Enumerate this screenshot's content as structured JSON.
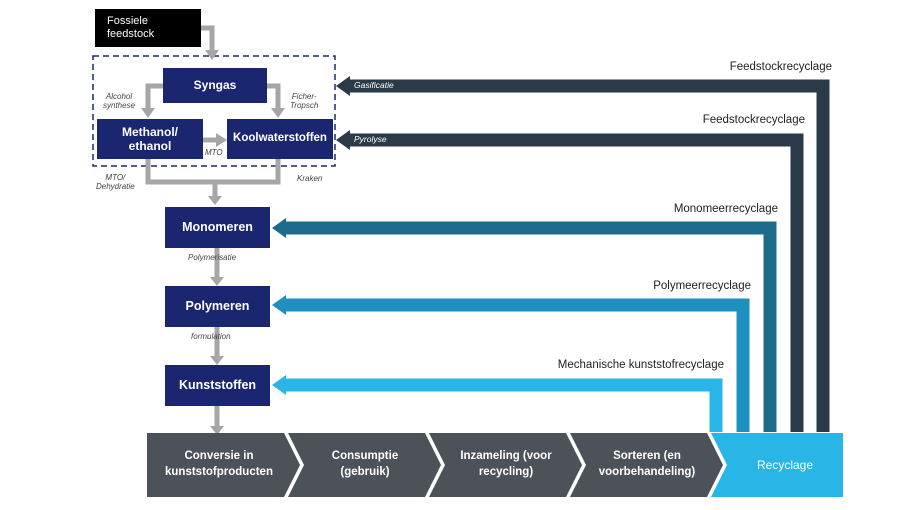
{
  "sources": {
    "fossil_feedstock": "Fossiele\nfeedstock"
  },
  "nodes": {
    "syngas": "Syngas",
    "methanol": "Methanol/\nethanol",
    "hydrocarbons": "Koolwaterstoffen",
    "monomers": "Monomeren",
    "polymers": "Polymeren",
    "plastics": "Kunststoffen"
  },
  "process_labels": {
    "alcohol_synthesis": "Alcohol\nsynthese",
    "fischer_tropsch": "Ficher-\nTropsch",
    "mto": "MTO",
    "mto_dehydration": "MTO/\nDehydratie",
    "cracking": "Kraken",
    "polymerisation": "Polymerisatie",
    "formulation": "formulation",
    "gasification": "Gasificatie",
    "pyrolysis": "Pyrolyse"
  },
  "recycle_routes": [
    {
      "label": "Feedstockrecyclage",
      "color": "#2b3a48"
    },
    {
      "label": "Feedstockrecyclage",
      "color": "#2b3a48"
    },
    {
      "label": "Monomeerrecyclage",
      "color": "#1d6b8c"
    },
    {
      "label": "Polymeerrecyclage",
      "color": "#1e90c0"
    },
    {
      "label": "Mechanische kunststofrecyclage",
      "color": "#29b6e6"
    }
  ],
  "value_chain": [
    {
      "label": "Conversie in\nkunststofproducten"
    },
    {
      "label": "Consumptie\n(gebruik)"
    },
    {
      "label": "Inzameling (voor\nrecycling)"
    },
    {
      "label": "Sorteren (en\nvoorbehandeling)"
    },
    {
      "label": "Recyclage"
    }
  ],
  "colors": {
    "navy": "#1a2770",
    "chain_gray": "#4d5258",
    "recyclage_blue": "#29b6e6",
    "arrow_gray": "#a6a6a6"
  }
}
